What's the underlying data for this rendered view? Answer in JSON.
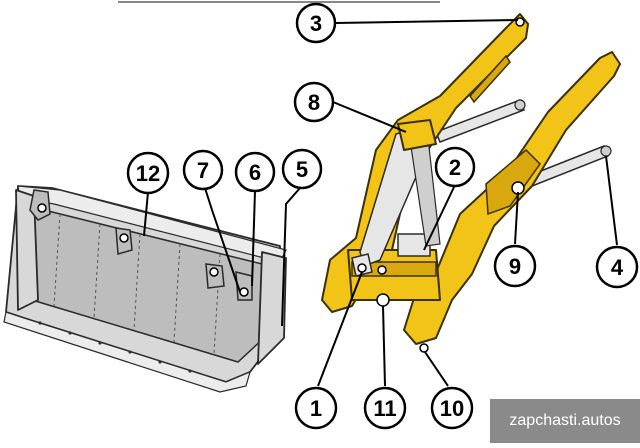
{
  "diagram": {
    "callouts": [
      {
        "id": "c1",
        "label": "1"
      },
      {
        "id": "c2",
        "label": "2"
      },
      {
        "id": "c3",
        "label": "3"
      },
      {
        "id": "c4",
        "label": "4"
      },
      {
        "id": "c5",
        "label": "5"
      },
      {
        "id": "c6",
        "label": "6"
      },
      {
        "id": "c7",
        "label": "7"
      },
      {
        "id": "c8",
        "label": "8"
      },
      {
        "id": "c9",
        "label": "9"
      },
      {
        "id": "c10",
        "label": "10"
      },
      {
        "id": "c11",
        "label": "11"
      },
      {
        "id": "c12",
        "label": "12"
      }
    ]
  },
  "watermark": {
    "text": "zapchasti.autos"
  },
  "colors": {
    "arm": "#f2c418",
    "bucket": "#d8d8d8",
    "outline": "#2a2a2a"
  }
}
